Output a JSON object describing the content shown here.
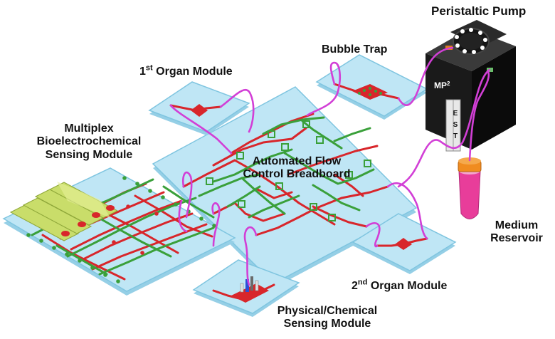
{
  "labels": {
    "pump": "Peristaltic Pump",
    "bubble_trap": "Bubble Trap",
    "organ1": "Organ Module",
    "organ1_ordinal_num": "1",
    "organ1_ordinal_suffix": "st",
    "multiplex_l1": "Multiplex",
    "multiplex_l2": "Bioelectrochemical",
    "multiplex_l3": "Sensing Module",
    "breadboard_l1": "Automated Flow",
    "breadboard_l2": "Control Breadboard",
    "medium_l1": "Medium",
    "medium_l2": "Reservoir",
    "organ2": "Organ Module",
    "organ2_ordinal_num": "2",
    "organ2_ordinal_suffix": "nd",
    "physchem_l1": "Physical/Chemical",
    "physchem_l2": "Sensing Module",
    "pump_brand": "MP",
    "pump_brand_sub": "2",
    "pump_side_letters": [
      "E",
      "S",
      "T"
    ]
  },
  "colors": {
    "board_fill": "#bfe6f5",
    "channel_red": "#d8262b",
    "channel_green": "#3aa03a",
    "tubing": "#d23fd6",
    "pump_body": "#151515",
    "reservoir": "#e83d9a",
    "reservoir_cap": "#f08c20"
  }
}
